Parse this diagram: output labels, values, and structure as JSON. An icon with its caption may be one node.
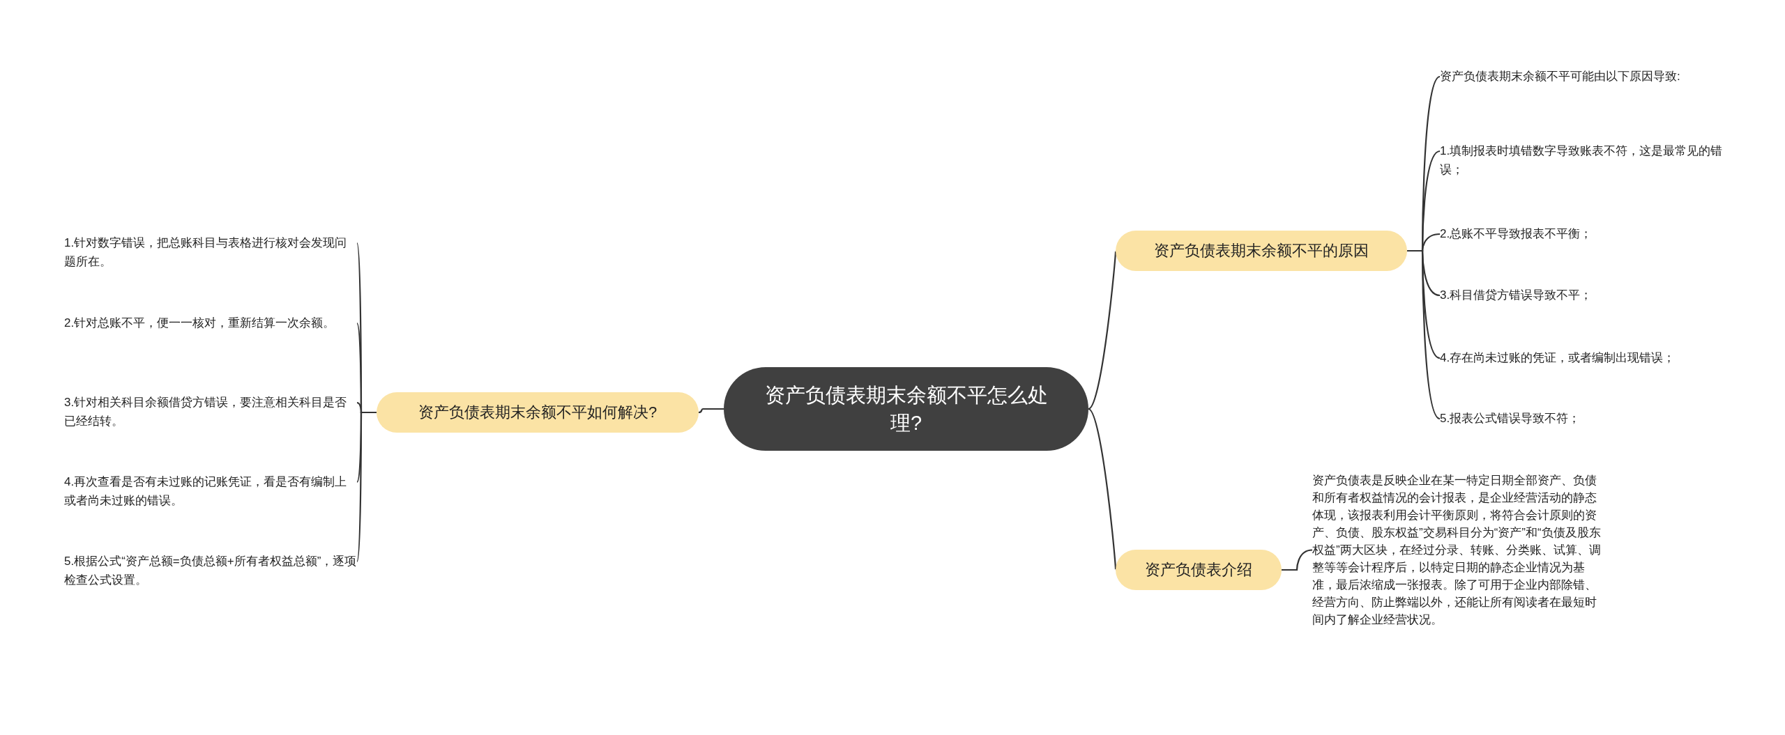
{
  "diagram": {
    "nodes": [
      {
        "text": [
          "资产负债表期末余额不平怎么处理?"
        ]
      },
      {
        "text": [
          "资产负债表期末余额不平的原因"
        ]
      },
      {
        "text": [
          "资产负债表期末余额不平可能由以下原因导致:"
        ]
      },
      {
        "text": [
          "1.填制报表时填错数字导致账表不符，这是最常见的错误；"
        ]
      },
      {
        "text": [
          "2.总账不平导致报表不平衡；"
        ]
      },
      {
        "text": [
          "3.科目借贷方错误导致不平；"
        ]
      },
      {
        "text": [
          "4.存在尚未过账的凭证，或者编制出现错误；"
        ]
      },
      {
        "text": [
          "5.报表公式错误导致不符；"
        ]
      },
      {
        "text": [
          "资产负债表介绍"
        ]
      },
      {
        "text": [
          "资产负债表是反映企业在某一特定日期全部资产、负债和所有者权益情况的会计报表，是企业经营活动的静态体现，该报表利用会计平衡原则，将符合会计原则的资产、负债、股东权益”交易科目分为“资产”和“负债及股东权益”两大区块，在经过分录、转账、分类账、试算、调整等等会计程序后，以特定日期的静态企业情况为基准，最后浓缩成一张报表。除了可用于企业内部除错、经营方向、防止弊端以外，还能让所有阅读者在最短时间内了解企业经营状况。"
        ]
      },
      {
        "text": [
          "资产负债表期末余额不平如何解决?"
        ]
      },
      {
        "text": [
          "1.针对数字错误，把总账科目与表格进行核对会发现问题所在。"
        ]
      },
      {
        "text": [
          "2.针对总账不平，便一一核对，重新结算一次余额。"
        ]
      },
      {
        "text": [
          "3.针对相关科目余额借贷方错误，要注意相关科目是否已经结转。"
        ]
      },
      {
        "text": [
          "4.再次查看是否有未过账的记账凭证，看是否有编制上或者尚未过账的错误。"
        ]
      },
      {
        "text": [
          "5.根据公式“资产总额=负债总额+所有者权益总额”，逐项检查公式设置。"
        ]
      }
    ],
    "edges": [
      {
        "from": 0,
        "to": 1,
        "arrow": "none"
      },
      {
        "from": 1,
        "to": 2,
        "arrow": "none"
      },
      {
        "from": 1,
        "to": 3,
        "arrow": "none"
      },
      {
        "from": 1,
        "to": 4,
        "arrow": "none"
      },
      {
        "from": 1,
        "to": 5,
        "arrow": "none"
      },
      {
        "from": 1,
        "to": 6,
        "arrow": "none"
      },
      {
        "from": 1,
        "to": 7,
        "arrow": "none"
      },
      {
        "from": 0,
        "to": 8,
        "arrow": "none"
      },
      {
        "from": 8,
        "to": 9,
        "arrow": "none"
      },
      {
        "from": 0,
        "to": 10,
        "arrow": "none"
      },
      {
        "from": 10,
        "to": 11,
        "arrow": "none"
      },
      {
        "from": 10,
        "to": 12,
        "arrow": "none"
      },
      {
        "from": 10,
        "to": 13,
        "arrow": "none"
      },
      {
        "from": 10,
        "to": 14,
        "arrow": "none"
      },
      {
        "from": 10,
        "to": 15,
        "arrow": "none"
      }
    ]
  }
}
